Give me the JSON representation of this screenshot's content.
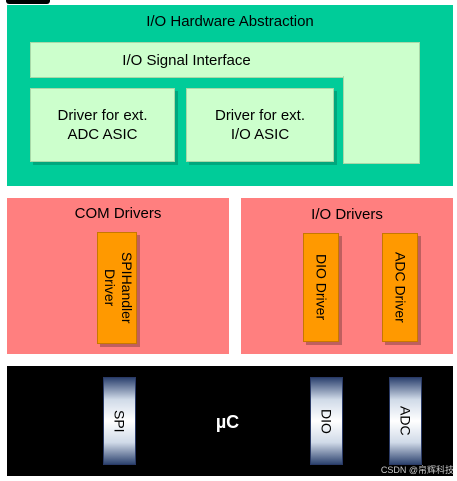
{
  "hardware_abstraction": {
    "title": "I/O Hardware Abstraction",
    "signal_interface": "I/O Signal Interface",
    "driver_adc_line1": "Driver for ext.",
    "driver_adc_line2": "ADC ASIC",
    "driver_io_line1": "Driver for ext.",
    "driver_io_line2": "I/O ASIC"
  },
  "com_drivers": {
    "title": "COM Drivers",
    "spi_handler": "SPIHandler Driver"
  },
  "io_drivers": {
    "title": "I/O Drivers",
    "dio_driver": "DIO Driver",
    "adc_driver": "ADC Driver"
  },
  "microcontroller": {
    "label": "µC",
    "modules": [
      "SPI",
      "DIO",
      "ADC"
    ]
  },
  "watermark": "CSDN @帛辉科技"
}
